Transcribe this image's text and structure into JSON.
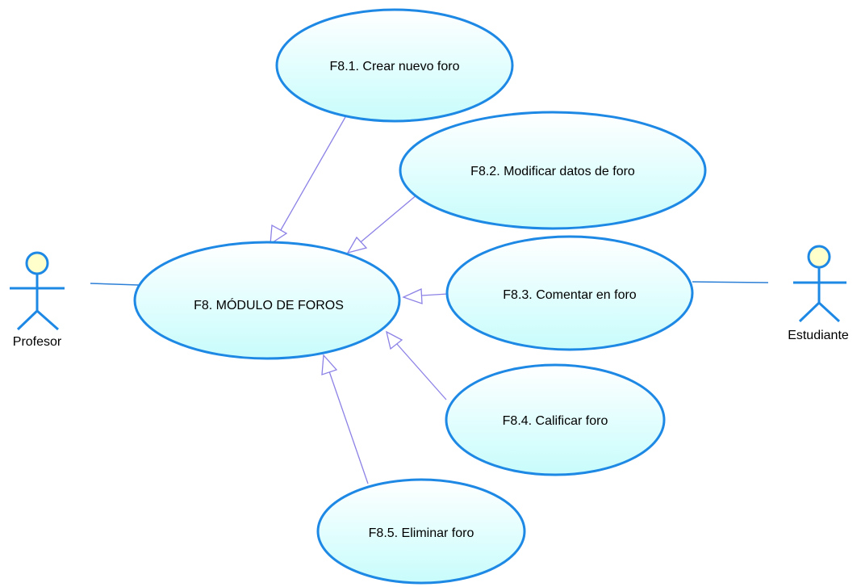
{
  "diagram": {
    "type": "use-case",
    "main_use_case": {
      "id": "F8",
      "label": "F8. MÓDULO DE FOROS"
    },
    "use_cases": [
      {
        "id": "F8.1",
        "label": "F8.1. Crear nuevo foro"
      },
      {
        "id": "F8.2",
        "label": "F8.2. Modificar datos de foro"
      },
      {
        "id": "F8.3",
        "label": "F8.3. Comentar en foro"
      },
      {
        "id": "F8.4",
        "label": "F8.4. Calificar foro"
      },
      {
        "id": "F8.5",
        "label": "F8.5. Eliminar foro"
      }
    ],
    "actors": [
      {
        "id": "profesor",
        "label": "Profesor"
      },
      {
        "id": "estudiante",
        "label": "Estudiante"
      }
    ],
    "generalizations": [
      {
        "from": "F8.1",
        "to": "F8"
      },
      {
        "from": "F8.2",
        "to": "F8"
      },
      {
        "from": "F8.3",
        "to": "F8"
      },
      {
        "from": "F8.4",
        "to": "F8"
      },
      {
        "from": "F8.5",
        "to": "F8"
      }
    ],
    "associations": [
      {
        "actor": "profesor",
        "use_case": "F8"
      },
      {
        "actor": "estudiante",
        "use_case": "F8.3"
      }
    ],
    "colors": {
      "ellipse_fill_top": "#ffffff",
      "ellipse_fill_bottom": "#c8fcfc",
      "ellipse_stroke": "#1e88e5",
      "generalization_line": "#8c82e6",
      "association_line": "#2c7fd6",
      "actor_stroke": "#1e88e5",
      "actor_head_fill": "#ffffcc"
    }
  }
}
